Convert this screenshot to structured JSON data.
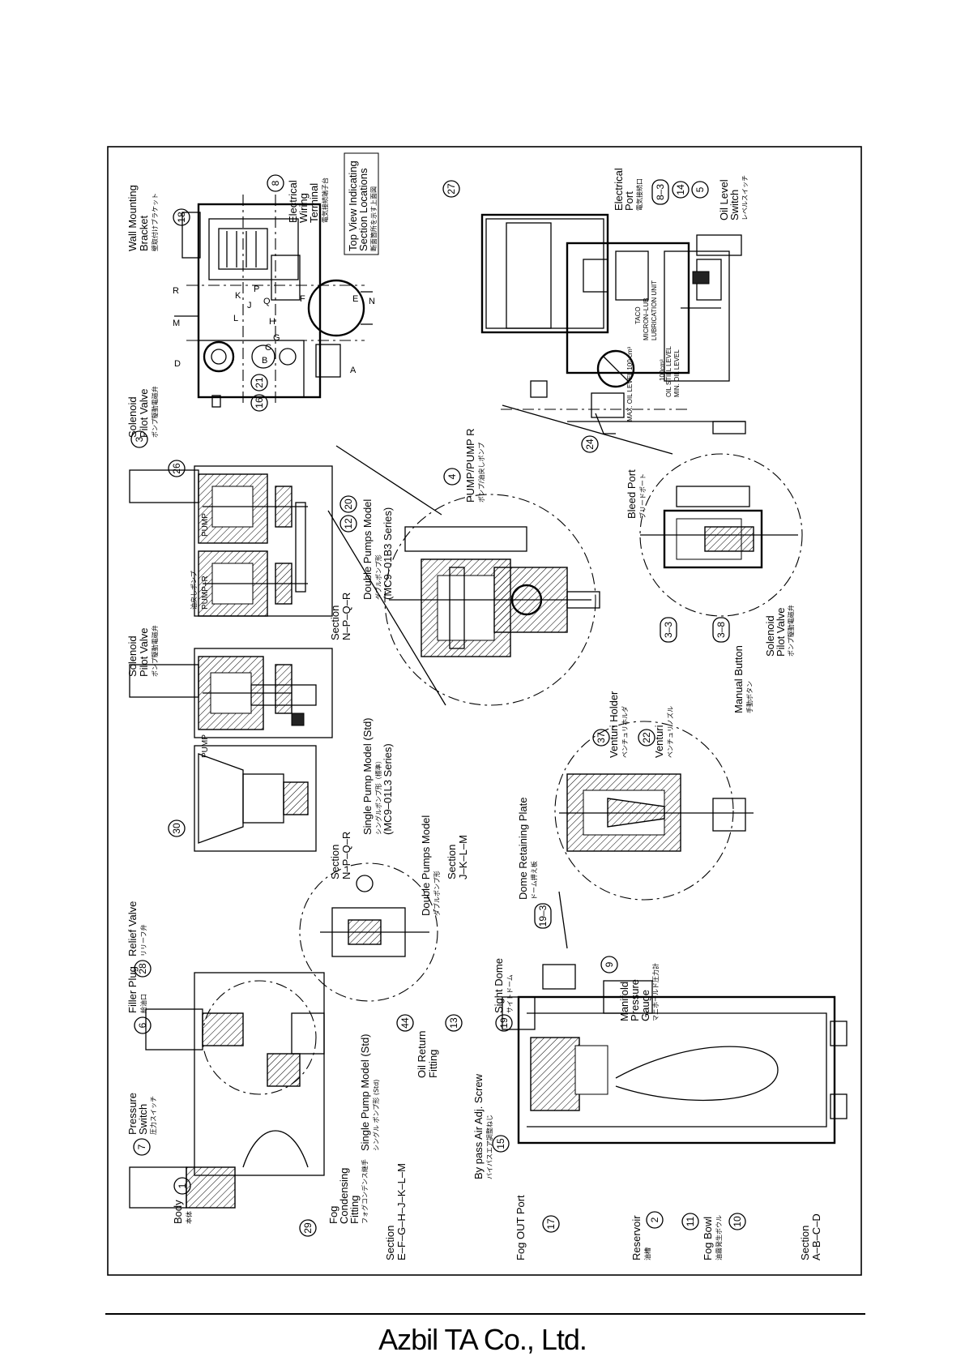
{
  "footer": {
    "company": "Azbil TA Co., Ltd."
  },
  "drawing": {
    "labels": {
      "wall_mounting_bracket": [
        "Wall Mounting",
        "Bracket"
      ],
      "wall_mounting_bracket_jp": "壁取付けブラケット",
      "electrical_wiring_terminal": [
        "Electrical",
        "Wiring",
        "Terminal"
      ],
      "electrical_wiring_terminal_jp": "電気接続端子台",
      "top_view": [
        "Top View Indicating",
        "Section Locations"
      ],
      "top_view_jp": "断面箇所を示す上面図",
      "solenoid_pilot_valve": [
        "Solenoid",
        "Pilot Valve"
      ],
      "solenoid_pilot_valve_jp": "ポンプ駆動電磁弁",
      "section_nqpr": [
        "Section",
        "N–P–Q–R"
      ],
      "double_pumps_model": [
        "Double Pumps Model",
        "(MC9–01B3 Series)"
      ],
      "double_pumps_model_jp": "ダブルポンプ形",
      "single_pump_model_std": [
        "Single Pump Model (Std)",
        "(MC9–01L3 Series)"
      ],
      "single_pump_model_std_jp": "シングルポンプ形（標準）",
      "pump_pump_r": "PUMP/PUMP R",
      "pump_pump_r_jp": "ポンプ/油戻しポンプ",
      "electrical_port": [
        "Electrical",
        "Port"
      ],
      "electrical_port_jp": "電気接続口",
      "oil_level_switch": [
        "Oil Level",
        "Switch"
      ],
      "oil_level_switch_jp": "レベルスイッチ",
      "bleed_port": "Bleed Port",
      "bleed_port_jp": "ブリードポート",
      "manual_button": "Manual Button",
      "manual_button_jp": "手動ボタン",
      "venturi_holder": "Venturi Holder",
      "venturi_holder_jp": "ベンチュリホルダ",
      "venturi": "Venturi",
      "venturi_jp": "ベンチュリノズル",
      "dome_retaining_plate": "Dome Retaining Plate",
      "dome_retaining_plate_jp": "ドーム押え板",
      "section_jklm": [
        "Section",
        "J–K–L–M"
      ],
      "double_pumps_model_short": "Double Pumps Model",
      "relief_valve": "Relief Valve",
      "relief_valve_jp": "リリーフ弁",
      "filler_plug": "Filler Plug",
      "filler_plug_jp": "給油口",
      "pressure_switch": [
        "Pressure",
        "Switch"
      ],
      "pressure_switch_jp": "圧力スイッチ",
      "body": "Body",
      "body_jp": "本体",
      "fog_condensing_fitting": [
        "Fog",
        "Condensing",
        "Fitting"
      ],
      "fog_condensing_fitting_jp": "フォグコンデンス継手",
      "section_efghjklm": [
        "Section",
        "E–F–G–H–J–K–L–M"
      ],
      "single_pump_model_std2": "Single Pump Model (Std)",
      "single_pump_model_std2_jp": "シングル ポンプ形 (Std)",
      "oil_return_fitting": [
        "Oil Return",
        "Fitting"
      ],
      "sight_dome": "Sight Dome",
      "sight_dome_jp": "サイトドーム",
      "manifold_pressure_gauge": [
        "Manifold",
        "Pressure",
        "Gauge"
      ],
      "manifold_pressure_gauge_jp": "マニホールド圧力計",
      "bypass_screw": "By pass Air Adj. Screw",
      "bypass_screw_jp": "バイパスエア調整ねじ",
      "fog_out_port": "Fog OUT Port",
      "reservoir": "Reservoir",
      "reservoir_jp": "油槽",
      "fog_bowl": "Fog Bowl",
      "fog_bowl_jp": "油霧発生ボウル",
      "section_abcd": [
        "Section",
        "A–B–C–D"
      ],
      "pump": "PUMP",
      "pump_r": "PUMP–R",
      "pump_r_jp": "油戻しポンプ",
      "taco_logo": [
        "TACO",
        "MICRON–LUB",
        "LUBRICATION UNIT"
      ],
      "max_oil_level": "MAX. OIL LEVEL 100 cm³",
      "oil_still_level": "OIL STILL LEVEL",
      "min_oil_level": "MIN. OIL LEVEL",
      "dim_100": "100cm³"
    },
    "part_numbers": [
      "18",
      "8",
      "3",
      "26",
      "16",
      "21",
      "27",
      "14",
      "5",
      "8–3",
      "24",
      "20",
      "12",
      "4",
      "3–3",
      "3–8",
      "30",
      "37",
      "22",
      "19–3",
      "28",
      "6",
      "7",
      "1",
      "29",
      "44",
      "13",
      "9",
      "19",
      "15",
      "17",
      "2",
      "11",
      "10"
    ],
    "section_letters": [
      "D",
      "M",
      "R",
      "L",
      "K",
      "J",
      "P",
      "Q",
      "H",
      "G",
      "F",
      "C",
      "B",
      "E",
      "N",
      "A"
    ]
  }
}
